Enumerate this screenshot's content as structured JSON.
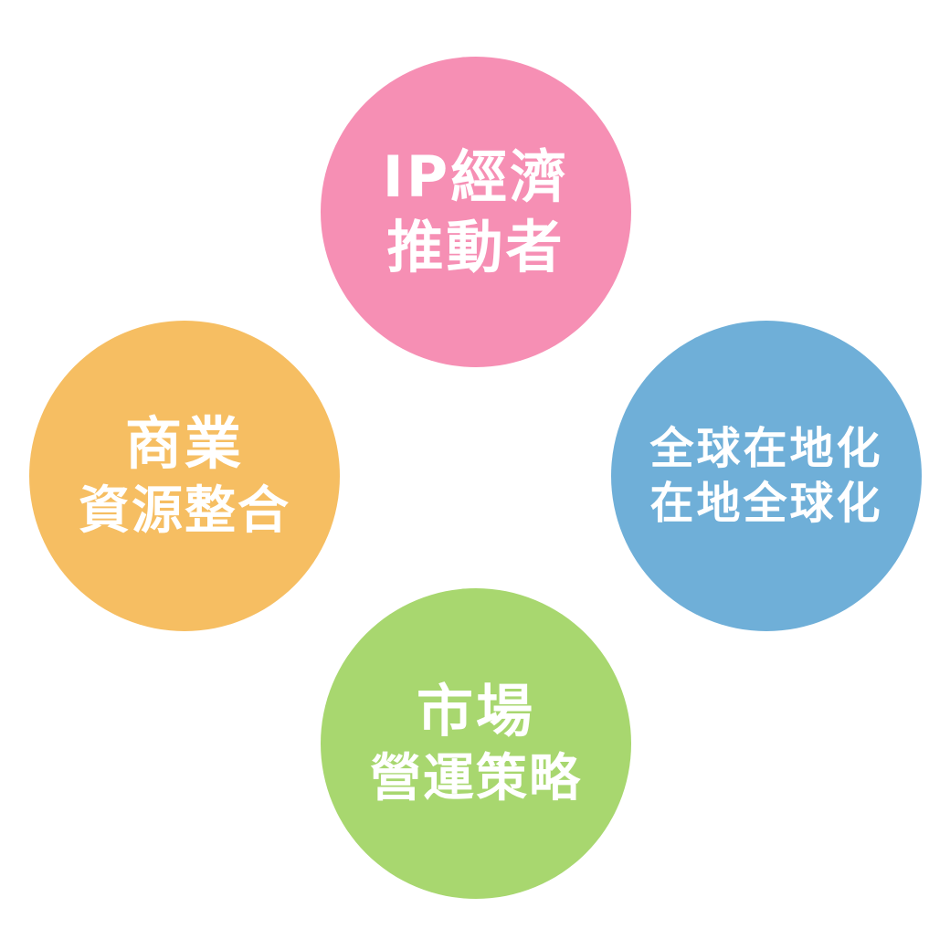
{
  "colors": {
    "top": "#f68fb4",
    "left": "#f6be62",
    "right": "#6fafd8",
    "bottom": "#a8d76f",
    "text": "#ffffff"
  },
  "circles": {
    "top": {
      "line1": "IP經濟",
      "line2": "推動者"
    },
    "left": {
      "line1": "商業",
      "line2": "資源整合"
    },
    "right": {
      "line1": "全球在地化",
      "line2": "在地全球化"
    },
    "bottom": {
      "line1": "市場",
      "line2": "營運策略"
    }
  }
}
